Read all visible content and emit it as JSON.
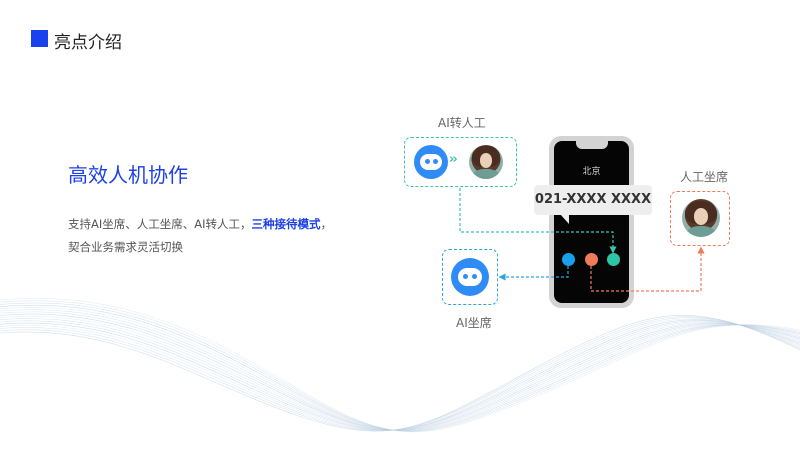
{
  "header": {
    "title": "亮点介绍",
    "accent_color": "#1a41ee"
  },
  "feature": {
    "title": "高效人机协作",
    "description": {
      "line1_prefix": "支持AI坐席、人工坐席、AI转人工，",
      "highlight": "三种接待模式",
      "line1_suffix": "，",
      "line2": "契合业务需求灵活切换"
    },
    "highlight_color": "#1e40e8"
  },
  "diagram": {
    "labels": {
      "transfer": "AI转人工",
      "ai_agent": "AI坐席",
      "human_agent": "人工坐席"
    },
    "phone": {
      "city": "北京",
      "number": "021-XXXX XXXX"
    },
    "icons": {
      "bot": "chatbot-icon",
      "avatar": "agent-avatar-icon",
      "transfer_arrow": "double-chevron-right-icon"
    },
    "colors": {
      "transfer": "#3cc4b1",
      "ai": "#2aa6e0",
      "human": "#f07b5a",
      "ai_dot": "#1aa0e8",
      "human_dot": "#f07b5a",
      "transfer_dot": "#2ec5a6"
    }
  }
}
